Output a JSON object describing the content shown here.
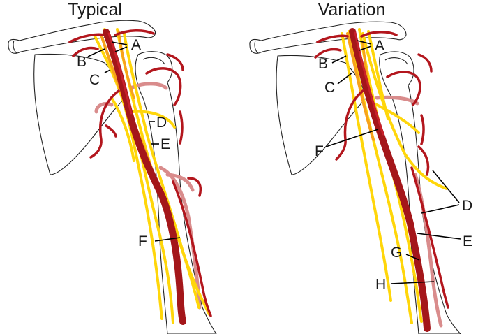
{
  "colors": {
    "artery": "#a4161a",
    "artery_bright": "#c8202a",
    "nerve": "#ffd60a",
    "nerve_orange": "#f7a21b",
    "vein_pink": "#d98c8c",
    "bone_outline": "#222222",
    "leader": "#000000"
  },
  "panels": [
    {
      "title": "Typical",
      "labels": [
        "A",
        "B",
        "C",
        "D",
        "E",
        "F"
      ]
    },
    {
      "title": "Variation",
      "labels": [
        "A",
        "B",
        "C",
        "D",
        "E",
        "F",
        "G",
        "H"
      ]
    }
  ]
}
